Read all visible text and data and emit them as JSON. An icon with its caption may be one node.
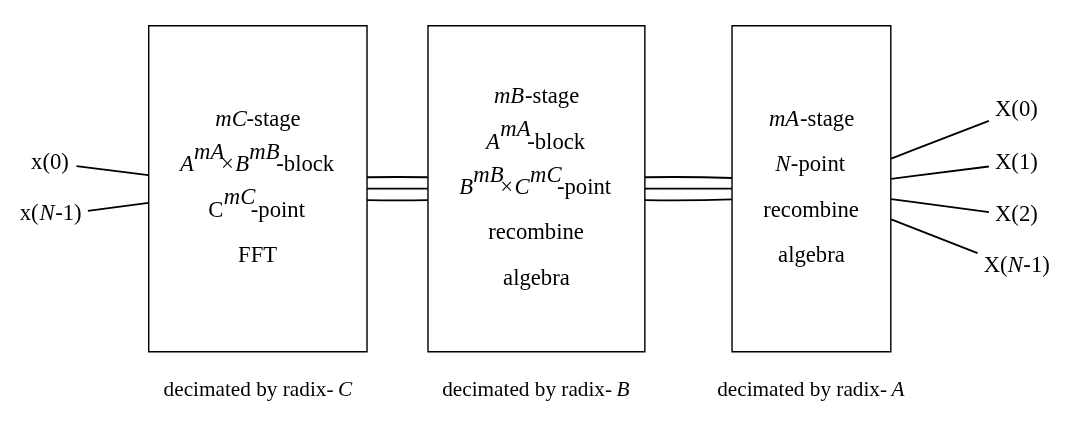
{
  "diagram": {
    "nodes": [
      {
        "text": [
          "x(0)"
        ]
      },
      {
        "text": [
          "x(*N*-1)"
        ]
      },
      {
        "text": [
          "*mC*-stage",
          "*A*$^{mA}$×*B*$^{mB}$-block",
          "C$^{mC}$-point",
          "FFT"
        ]
      },
      {
        "text": [
          "*mB*-stage",
          "*A*$^{mA}$-block",
          "*B*$^{mB}$×*C*$^{mC}$-point",
          "recombine",
          "algebra"
        ]
      },
      {
        "text": [
          "*mA*-stage",
          "*N*-point",
          "recombine",
          "algebra"
        ]
      },
      {
        "text": [
          "X(0)"
        ]
      },
      {
        "text": [
          "X(1)"
        ]
      },
      {
        "text": [
          "X(2)"
        ]
      },
      {
        "text": [
          "X(*N*-1)"
        ]
      }
    ],
    "edges": [
      {
        "from": 0,
        "to": 2,
        "arrow": "none"
      },
      {
        "from": 1,
        "to": 2,
        "arrow": "none"
      },
      {
        "from": 2,
        "to": 3,
        "arrow": "none"
      },
      {
        "from": 2,
        "to": 3,
        "arrow": "none"
      },
      {
        "from": 2,
        "to": 3,
        "arrow": "none"
      },
      {
        "from": 3,
        "to": 4,
        "arrow": "none"
      },
      {
        "from": 3,
        "to": 4,
        "arrow": "none"
      },
      {
        "from": 3,
        "to": 4,
        "arrow": "none"
      },
      {
        "from": 4,
        "to": 5,
        "arrow": "none"
      },
      {
        "from": 4,
        "to": 6,
        "arrow": "none"
      },
      {
        "from": 4,
        "to": 7,
        "arrow": "none"
      },
      {
        "from": 4,
        "to": 8,
        "arrow": "none"
      }
    ],
    "labels": [
      "decimated by radix-*C*",
      "decimated by radix-*B*",
      "decimated by radix-*A*"
    ]
  }
}
